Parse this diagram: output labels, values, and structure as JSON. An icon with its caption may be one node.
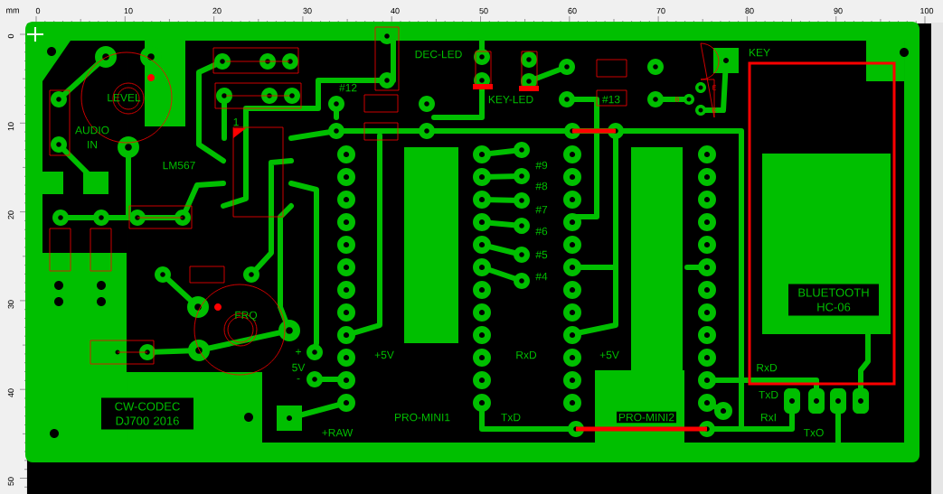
{
  "diagram": {
    "labels": [
      "mm",
      "0",
      "10",
      "20",
      "30",
      "40",
      "50",
      "60",
      "70",
      "80",
      "90",
      "100",
      "0",
      "10",
      "20",
      "30",
      "40",
      "50",
      "DEC-LED",
      "KEY",
      "#12",
      "E",
      "LEVEL",
      "KEY-LED",
      "#13",
      "B",
      "C",
      "1",
      "AUDIO IN",
      "LM567",
      "#9",
      "#8",
      "#7",
      "#6",
      "#5",
      "#4",
      "BLUETOOTH HC-06",
      "FRQ",
      "+",
      "+5V",
      "RxD",
      "+5V",
      "5V",
      "RxD",
      "-",
      "TxD",
      "CW-CODEC DJ700 2016",
      "PRO-MINI1",
      "TxD",
      "PRO-MINI2",
      "RxI",
      "+RAW",
      "TxO"
    ]
  }
}
